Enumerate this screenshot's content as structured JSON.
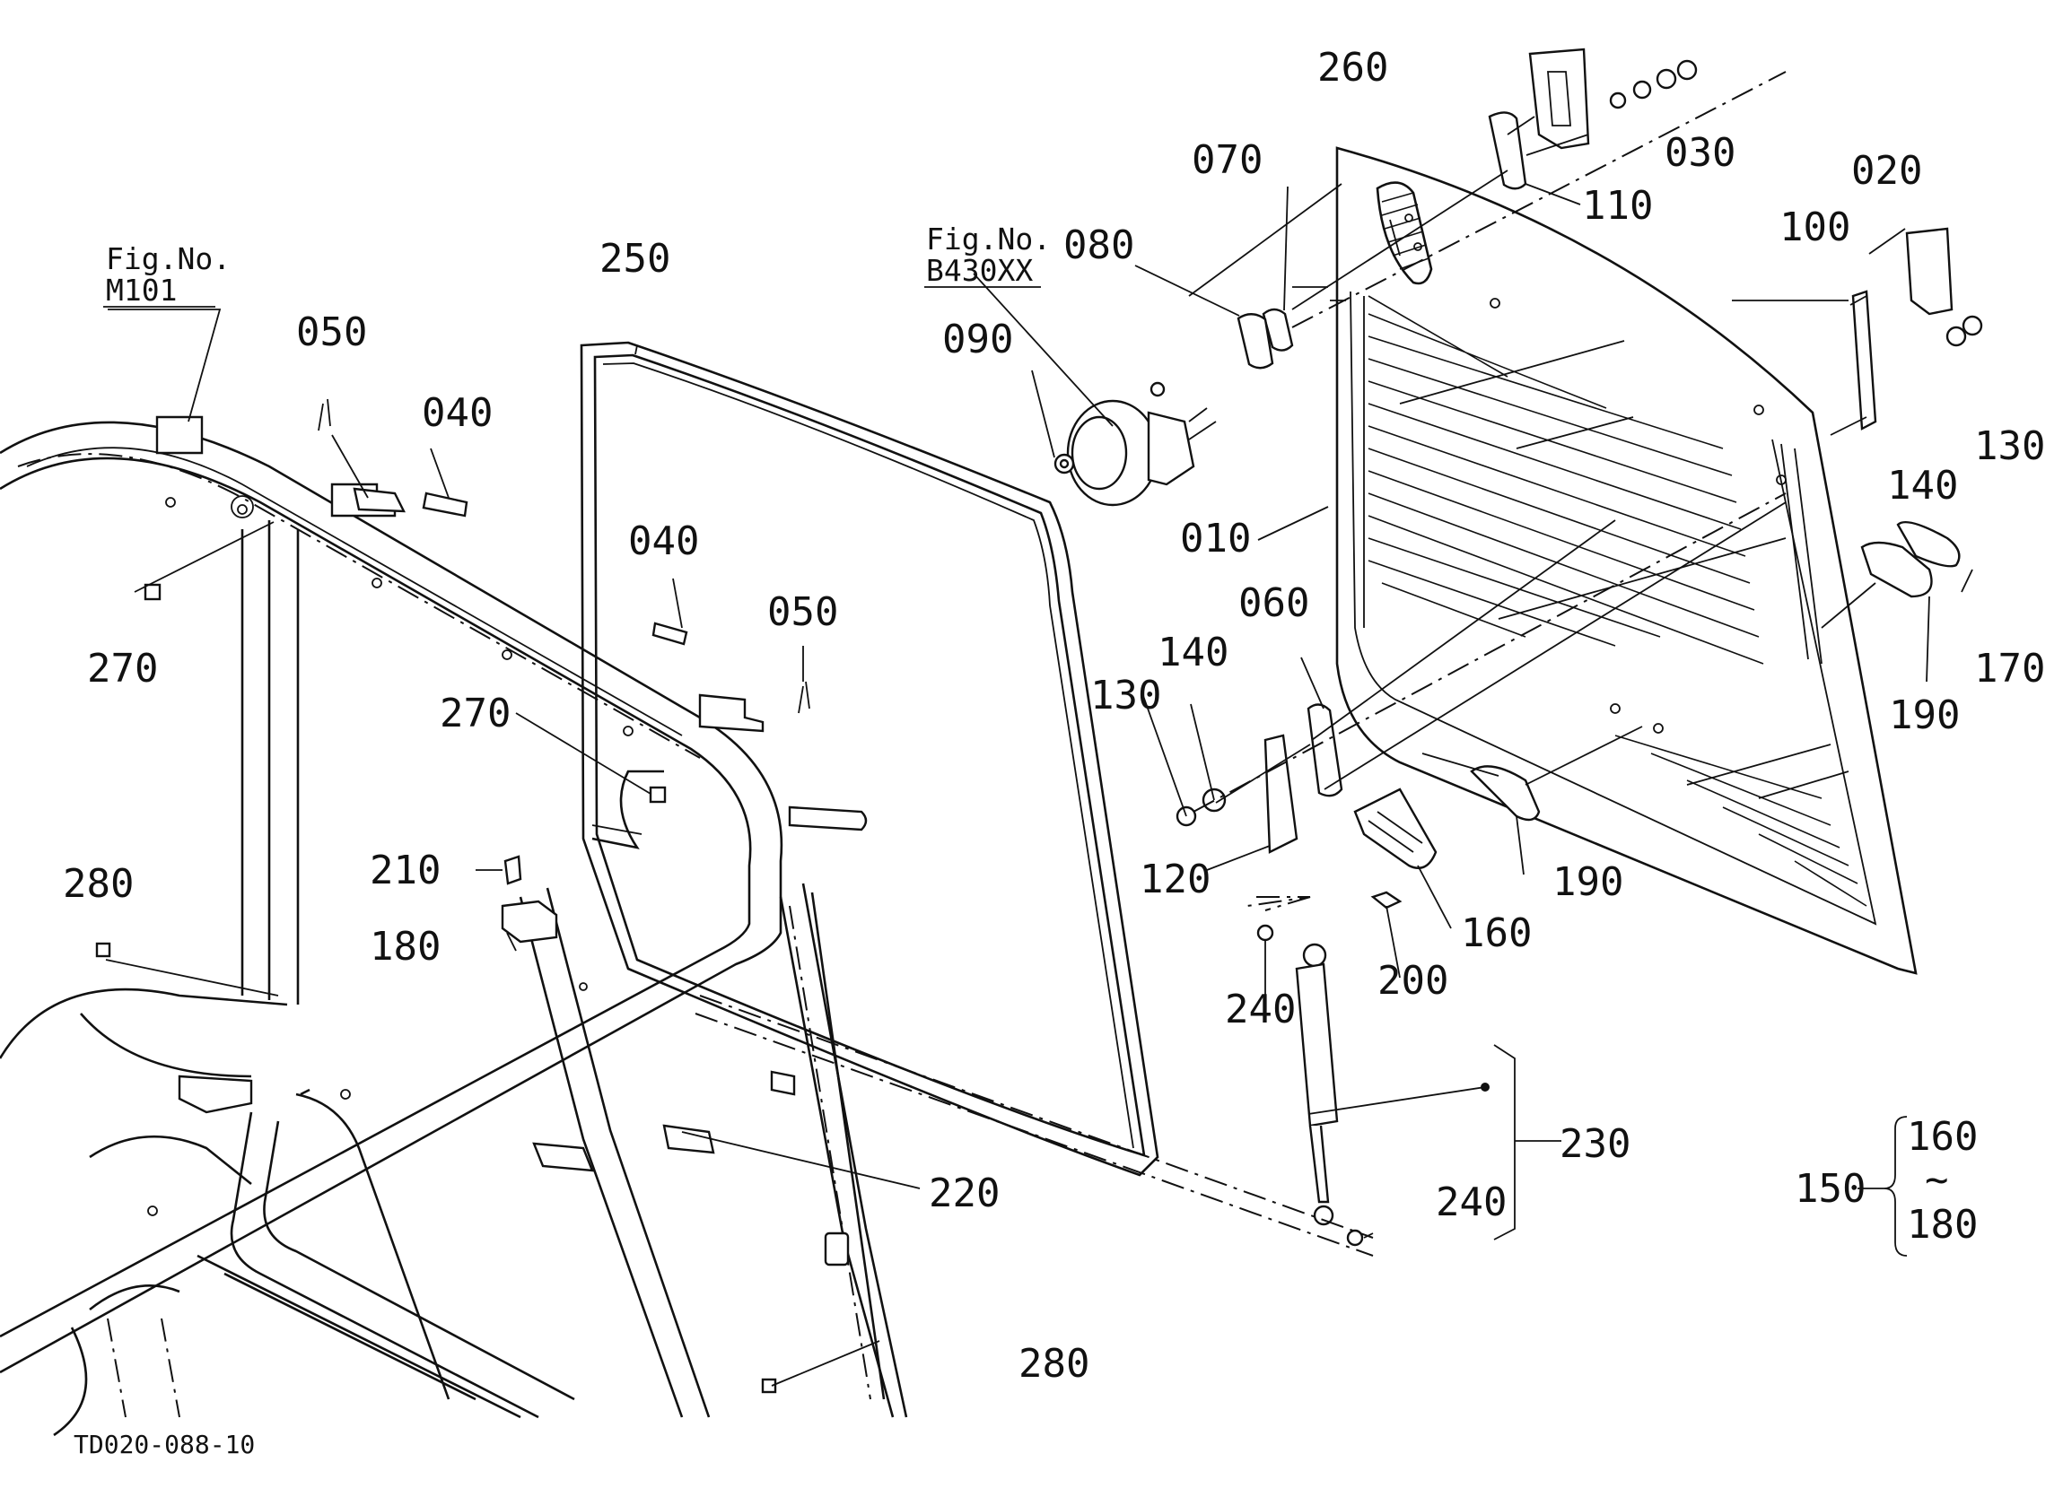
{
  "diagram_code": "TD020-088-10",
  "fig_refs": [
    {
      "line1": "Fig.No.",
      "line2": "M101"
    },
    {
      "line1": "Fig.No.",
      "line2": "B430XX"
    }
  ],
  "callouts": {
    "c010": "010",
    "c020": "020",
    "c030": "030",
    "c040a": "040",
    "c040b": "040",
    "c050a": "050",
    "c050b": "050",
    "c060": "060",
    "c070": "070",
    "c080": "080",
    "c090": "090",
    "c100": "100",
    "c110": "110",
    "c120": "120",
    "c130a": "130",
    "c130b": "130",
    "c140a": "140",
    "c140b": "140",
    "c160": "160",
    "c170": "170",
    "c180": "180",
    "c190a": "190",
    "c190b": "190",
    "c200": "200",
    "c210": "210",
    "c220": "220",
    "c230": "230",
    "c240a": "240",
    "c240b": "240",
    "c250": "250",
    "c260": "260",
    "c270a": "270",
    "c270b": "270",
    "c280a": "280",
    "c280b": "280"
  },
  "set_group": {
    "label": "150",
    "from": "160",
    "tilde": "~",
    "to": "180"
  }
}
